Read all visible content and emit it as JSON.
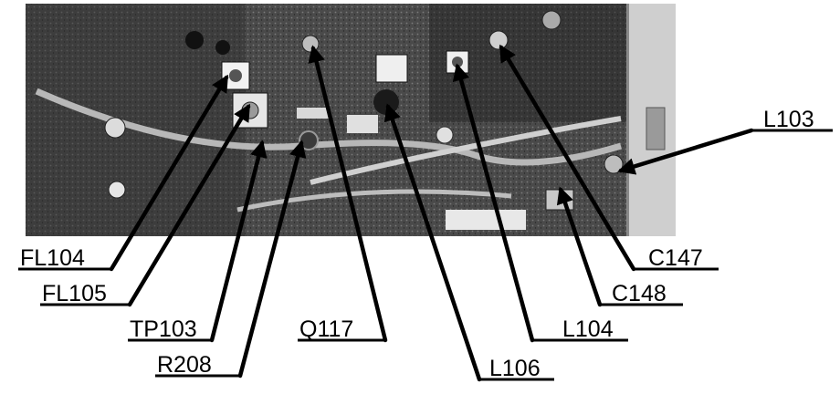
{
  "figure": {
    "callouts": [
      {
        "id": "fl104",
        "label": "FL104"
      },
      {
        "id": "fl105",
        "label": "FL105"
      },
      {
        "id": "tp103",
        "label": "TP103"
      },
      {
        "id": "r208",
        "label": "R208"
      },
      {
        "id": "q117",
        "label": "Q117"
      },
      {
        "id": "l106",
        "label": "L106"
      },
      {
        "id": "l104",
        "label": "L104"
      },
      {
        "id": "c148",
        "label": "C148"
      },
      {
        "id": "c147",
        "label": "C147"
      },
      {
        "id": "l103",
        "label": "L103"
      }
    ]
  }
}
